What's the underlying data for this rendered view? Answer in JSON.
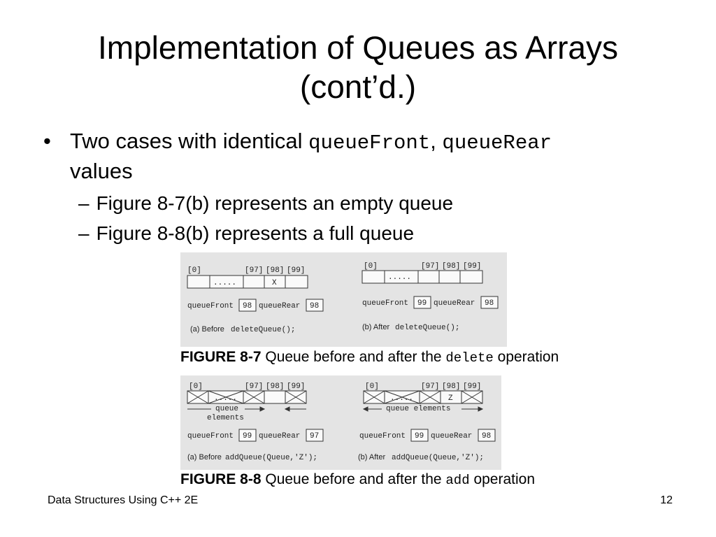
{
  "title_line1": "Implementation of Queues as Arrays",
  "title_line2": "(cont’d.)",
  "bullet": {
    "marker": "•",
    "text_a": "Two cases with identical ",
    "code_a": "queueFront",
    "sep": ", ",
    "code_b": "queueRear",
    "text_b": "values"
  },
  "subbullets": [
    {
      "dash": "–",
      "text": "Figure 8-7(b) represents an empty queue"
    },
    {
      "dash": "–",
      "text": "Figure 8-8(b) represents a full queue"
    }
  ],
  "figure_8_7": {
    "panel_a": {
      "indices": [
        "[0]",
        "[97]",
        "[98]",
        "[99]"
      ],
      "dots": ".....",
      "cell_98": "X",
      "front_label": "queueFront",
      "front_value": "98",
      "rear_label": "queueRear",
      "rear_value": "98",
      "caption_label": "(a) Before",
      "caption_code": "deleteQueue();"
    },
    "panel_b": {
      "indices": [
        "[0]",
        "[97]",
        "[98]",
        "[99]"
      ],
      "dots": ".....",
      "front_label": "queueFront",
      "front_value": "99",
      "rear_label": "queueRear",
      "rear_value": "98",
      "caption_label": "(b) After",
      "caption_code": "deleteQueue();"
    },
    "caption": {
      "label": "FIGURE 8-7",
      "text_a": " Queue before and after the ",
      "code": "delete",
      "text_b": " operation"
    }
  },
  "figure_8_8": {
    "panel_a": {
      "indices": [
        "[0]",
        "[97]",
        "[98]",
        "[99]"
      ],
      "dots": ".....",
      "elements_line1": "queue",
      "elements_line2": "elements",
      "front_label": "queueFront",
      "front_value": "99",
      "rear_label": "queueRear",
      "rear_value": "97",
      "caption_label": "(a) Before",
      "caption_code": "addQueue(Queue,'Z');"
    },
    "panel_b": {
      "indices": [
        "[0]",
        "[97]",
        "[98]",
        "[99]"
      ],
      "dots": ".....",
      "cell_98": "Z",
      "elements": "queue elements",
      "front_label": "queueFront",
      "front_value": "99",
      "rear_label": "queueRear",
      "rear_value": "98",
      "caption_label": "(b) After",
      "caption_code": "addQueue(Queue,'Z');"
    },
    "caption": {
      "label": "FIGURE 8-8",
      "text_a": " Queue before and after the ",
      "code": "add",
      "text_b": " operation"
    }
  },
  "footer": {
    "left": "Data Structures Using C++ 2E",
    "page": "12"
  }
}
